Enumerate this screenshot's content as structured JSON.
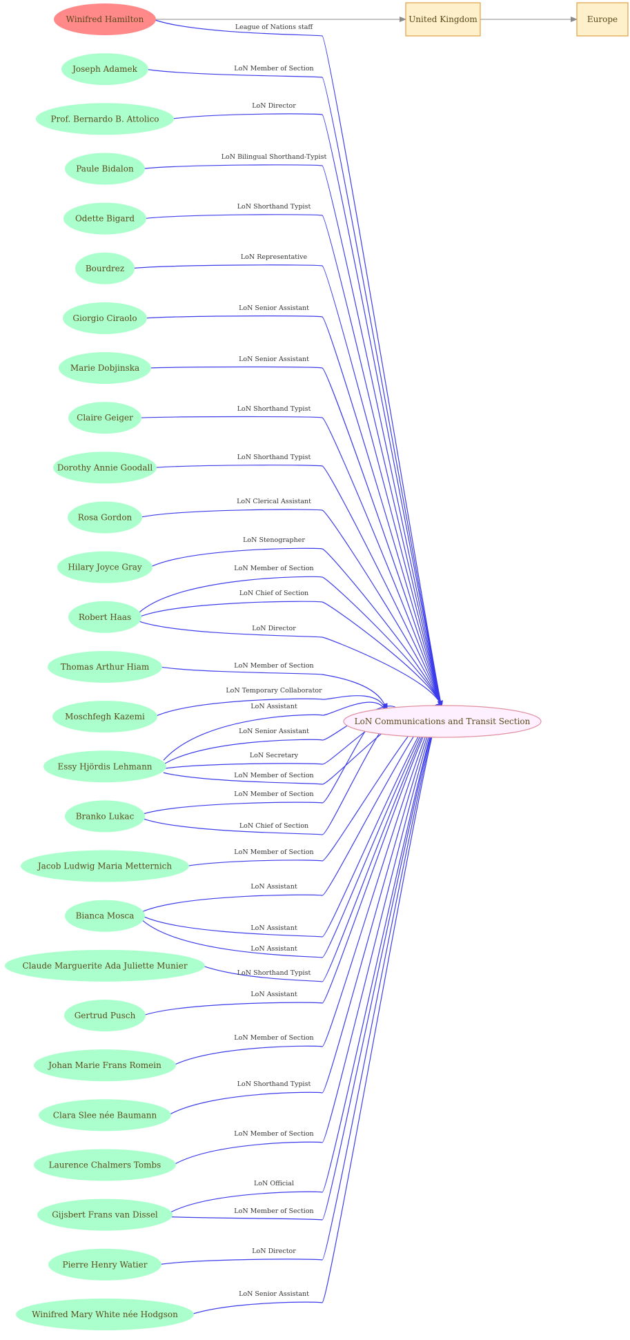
{
  "colors": {
    "person_fill": "#aaffcc",
    "highlight_fill": "#ff8888",
    "place_fill": "#fff0cc",
    "place_stroke": "#e0a040",
    "target_fill": "#fff0ff",
    "target_stroke": "#e090a0",
    "edge": "#3b3bea",
    "edge_grey": "#8a8a8a"
  },
  "target": {
    "label": "LoN Communications and Transit Section"
  },
  "places": [
    {
      "label": "United Kingdom"
    },
    {
      "label": "Europe"
    }
  ],
  "people": [
    {
      "label": "Winifred Hamilton",
      "highlight": true,
      "edges": [
        "League of Nations staff"
      ]
    },
    {
      "label": "Joseph Adamek",
      "edges": [
        "LoN Member of Section"
      ]
    },
    {
      "label": "Prof. Bernardo B. Attolico",
      "edges": [
        "LoN Director"
      ]
    },
    {
      "label": "Paule Bidalon",
      "edges": [
        "LoN Bilingual Shorthand-Typist"
      ]
    },
    {
      "label": "Odette Bigard",
      "edges": [
        "LoN Shorthand Typist"
      ]
    },
    {
      "label": "Bourdrez",
      "edges": [
        "LoN Representative"
      ]
    },
    {
      "label": "Giorgio Ciraolo",
      "edges": [
        "LoN Senior Assistant"
      ]
    },
    {
      "label": "Marie Dobjinska",
      "edges": [
        "LoN Senior Assistant"
      ]
    },
    {
      "label": "Claire Geiger",
      "edges": [
        "LoN Shorthand Typist"
      ]
    },
    {
      "label": "Dorothy Annie Goodall",
      "edges": [
        "LoN Shorthand Typist"
      ]
    },
    {
      "label": "Rosa Gordon",
      "edges": [
        "LoN Clerical Assistant"
      ]
    },
    {
      "label": "Hilary Joyce Gray",
      "edges": [
        "LoN Stenographer"
      ]
    },
    {
      "label": "Robert  Haas",
      "edges": [
        "LoN Member of Section",
        "LoN Chief of Section",
        "LoN Director"
      ]
    },
    {
      "label": "Thomas Arthur Hiam",
      "edges": [
        "LoN Member of Section"
      ]
    },
    {
      "label": "Moschfegh Kazemi",
      "edges": [
        "LoN Temporary Collaborator"
      ]
    },
    {
      "label": "Essy Hjördis Lehmann",
      "edges": [
        "LoN Assistant",
        "LoN Senior Assistant",
        "LoN Secretary",
        "LoN Member of Section"
      ]
    },
    {
      "label": "Branko Lukac",
      "edges": [
        "LoN Member of Section",
        "LoN Chief of Section"
      ]
    },
    {
      "label": "Jacob Ludwig Maria Metternich",
      "edges": [
        "LoN Member of Section"
      ]
    },
    {
      "label": "Bianca Mosca",
      "edges": [
        "LoN Assistant",
        "LoN Assistant",
        "LoN Assistant"
      ]
    },
    {
      "label": "Claude Marguerite Ada Juliette Munier",
      "edges": [
        "LoN Shorthand Typist"
      ]
    },
    {
      "label": "Gertrud Pusch",
      "edges": [
        "LoN Assistant"
      ]
    },
    {
      "label": "Johan Marie Frans Romein",
      "edges": [
        "LoN Member of Section"
      ]
    },
    {
      "label": "Clara Slee née Baumann",
      "edges": [
        "LoN Shorthand Typist"
      ]
    },
    {
      "label": "Laurence Chalmers Tombs",
      "edges": [
        "LoN Member of Section"
      ]
    },
    {
      "label": "Gijsbert Frans van Dissel",
      "edges": [
        "LoN Official",
        "LoN Member of Section"
      ]
    },
    {
      "label": "Pierre Henry Watier",
      "edges": [
        "LoN Director"
      ]
    },
    {
      "label": "Winifred Mary White née Hodgson",
      "edges": [
        "LoN Senior Assistant"
      ]
    }
  ]
}
